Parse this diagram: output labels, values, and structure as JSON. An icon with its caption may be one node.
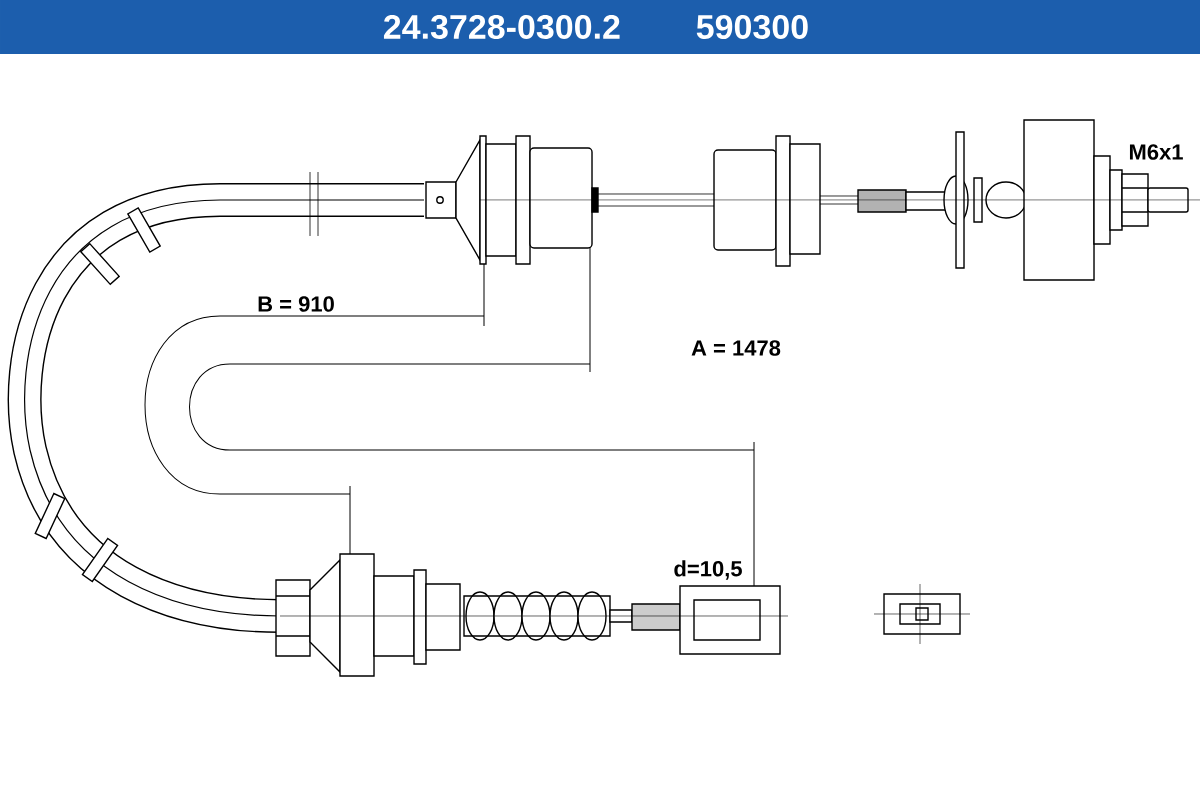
{
  "diagram": {
    "title": "24.3728-0300.2 590300",
    "labels": [
      "M6x1",
      "B = 910",
      "A = 1478",
      "d=10,5"
    ]
  }
}
